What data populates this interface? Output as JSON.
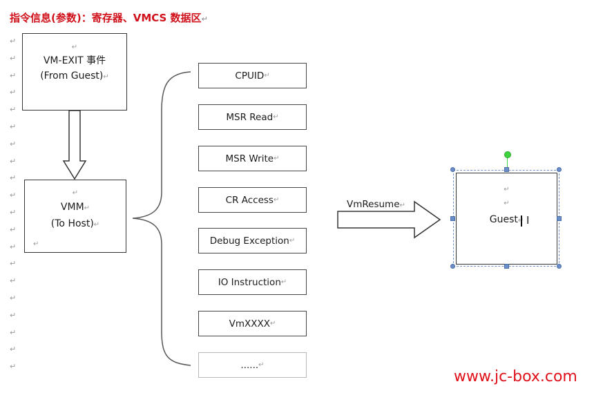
{
  "heading": {
    "text": "指令信息(参数)：寄存器、VMCS 数据区"
  },
  "return_mark": "↵",
  "vm_exit_box": {
    "line1": "VM-EXIT 事件",
    "line2": "(From Guest)"
  },
  "vmm_box": {
    "line1": "VMM",
    "line2": "(To Host)"
  },
  "handlers": [
    {
      "label": "CPUID"
    },
    {
      "label": "MSR Read"
    },
    {
      "label": "MSR Write"
    },
    {
      "label": "CR Access"
    },
    {
      "label": "Debug Exception"
    },
    {
      "label": "IO Instruction"
    },
    {
      "label": "VmXXXX"
    },
    {
      "label": "......"
    }
  ],
  "resume_arrow": {
    "label": "VmResume"
  },
  "guest_box": {
    "label": "Guest"
  },
  "watermark": "www.jc-box.com",
  "colors": {
    "heading": "#d0101a",
    "watermark": "#e0101a",
    "handle": "#6b8dc8",
    "rotate_handle": "#3fd23f"
  }
}
